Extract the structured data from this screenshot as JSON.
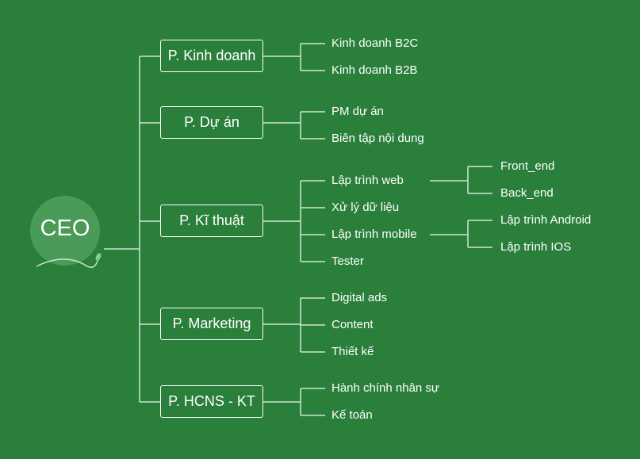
{
  "ceo": {
    "label": "CEO"
  },
  "departments": [
    {
      "label": "P. Kinh doanh",
      "children": [
        {
          "label": "Kinh doanh B2C"
        },
        {
          "label": "Kinh doanh B2B"
        }
      ]
    },
    {
      "label": "P. Dự án",
      "children": [
        {
          "label": "PM dự án"
        },
        {
          "label": "Biên tập nội dung"
        }
      ]
    },
    {
      "label": "P. Kĩ thuật",
      "children": [
        {
          "label": "Lập trình web",
          "children": [
            {
              "label": "Front_end"
            },
            {
              "label": "Back_end"
            }
          ]
        },
        {
          "label": "Xử lý dữ liệu"
        },
        {
          "label": "Lập trình mobile",
          "children": [
            {
              "label": "Lập trình Android"
            },
            {
              "label": "Lập trình IOS"
            }
          ]
        },
        {
          "label": "Tester"
        }
      ]
    },
    {
      "label": "P. Marketing",
      "children": [
        {
          "label": "Digital ads"
        },
        {
          "label": "Content"
        },
        {
          "label": "Thiết kế"
        }
      ]
    },
    {
      "label": "P. HCNS - KT",
      "children": [
        {
          "label": "Hành chính nhân sự"
        },
        {
          "label": "Kế toán"
        }
      ]
    }
  ],
  "colors": {
    "background": "#2a7f3b",
    "circle": "#4a9a58",
    "line": "#cfe6d3",
    "text": "#ffffff"
  }
}
